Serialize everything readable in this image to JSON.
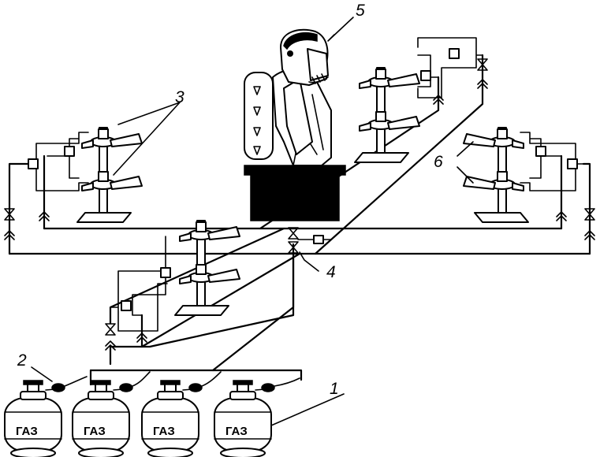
{
  "labels": {
    "cylinders": "1",
    "valve": "2",
    "burners": "3",
    "main_valve": "4",
    "fire_suit": "5",
    "burner_holders": "6"
  },
  "cylinder_text": [
    "ГАЗ",
    "ГАЗ",
    "ГАЗ",
    "ГАЗ"
  ]
}
